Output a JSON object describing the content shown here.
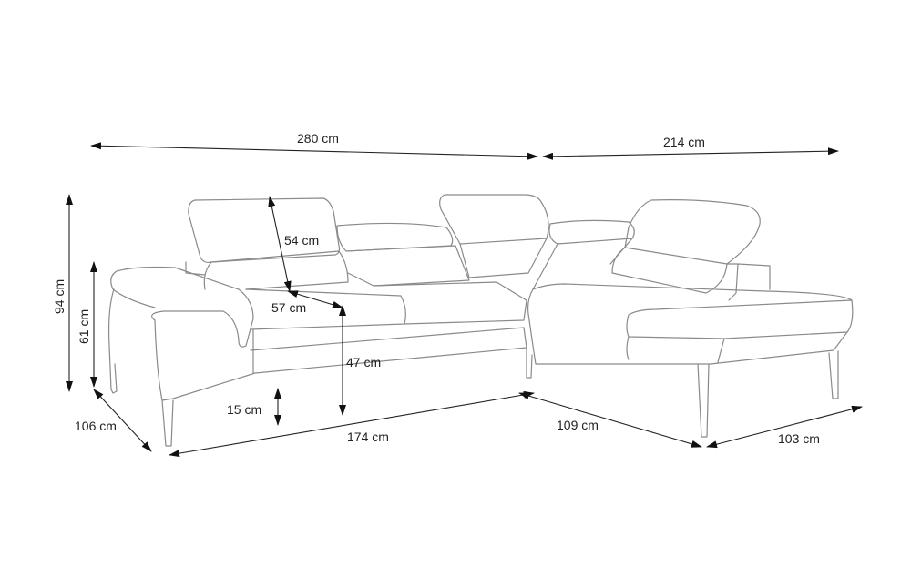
{
  "title": "Corner sofa dimensions",
  "unit": "cm",
  "dimensions": {
    "total_width_left": "280 cm",
    "total_width_right": "214 cm",
    "total_height": "94 cm",
    "armrest_height": "61 cm",
    "depth": "106 cm",
    "front_length": "174 cm",
    "corner_depth": "109 cm",
    "chaise_width": "103 cm",
    "headrest_height": "54 cm",
    "seat_depth": "57 cm",
    "seat_height": "47 cm",
    "leg_height": "15 cm"
  }
}
